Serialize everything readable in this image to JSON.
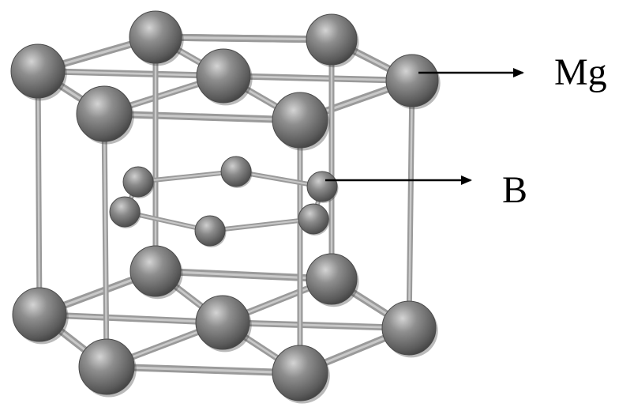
{
  "diagram": {
    "type": "crystal-structure",
    "labels": {
      "mg": "Mg",
      "b": "B"
    },
    "colors": {
      "atom": "#7a7a7a",
      "atom_highlight": "#d0d0d0",
      "atom_shadow": "#3a3a3a",
      "bond": "#9a9a9a",
      "bond_edge": "#6a6a6a",
      "arrow": "#000000",
      "text": "#000000",
      "background": "#ffffff"
    }
  }
}
